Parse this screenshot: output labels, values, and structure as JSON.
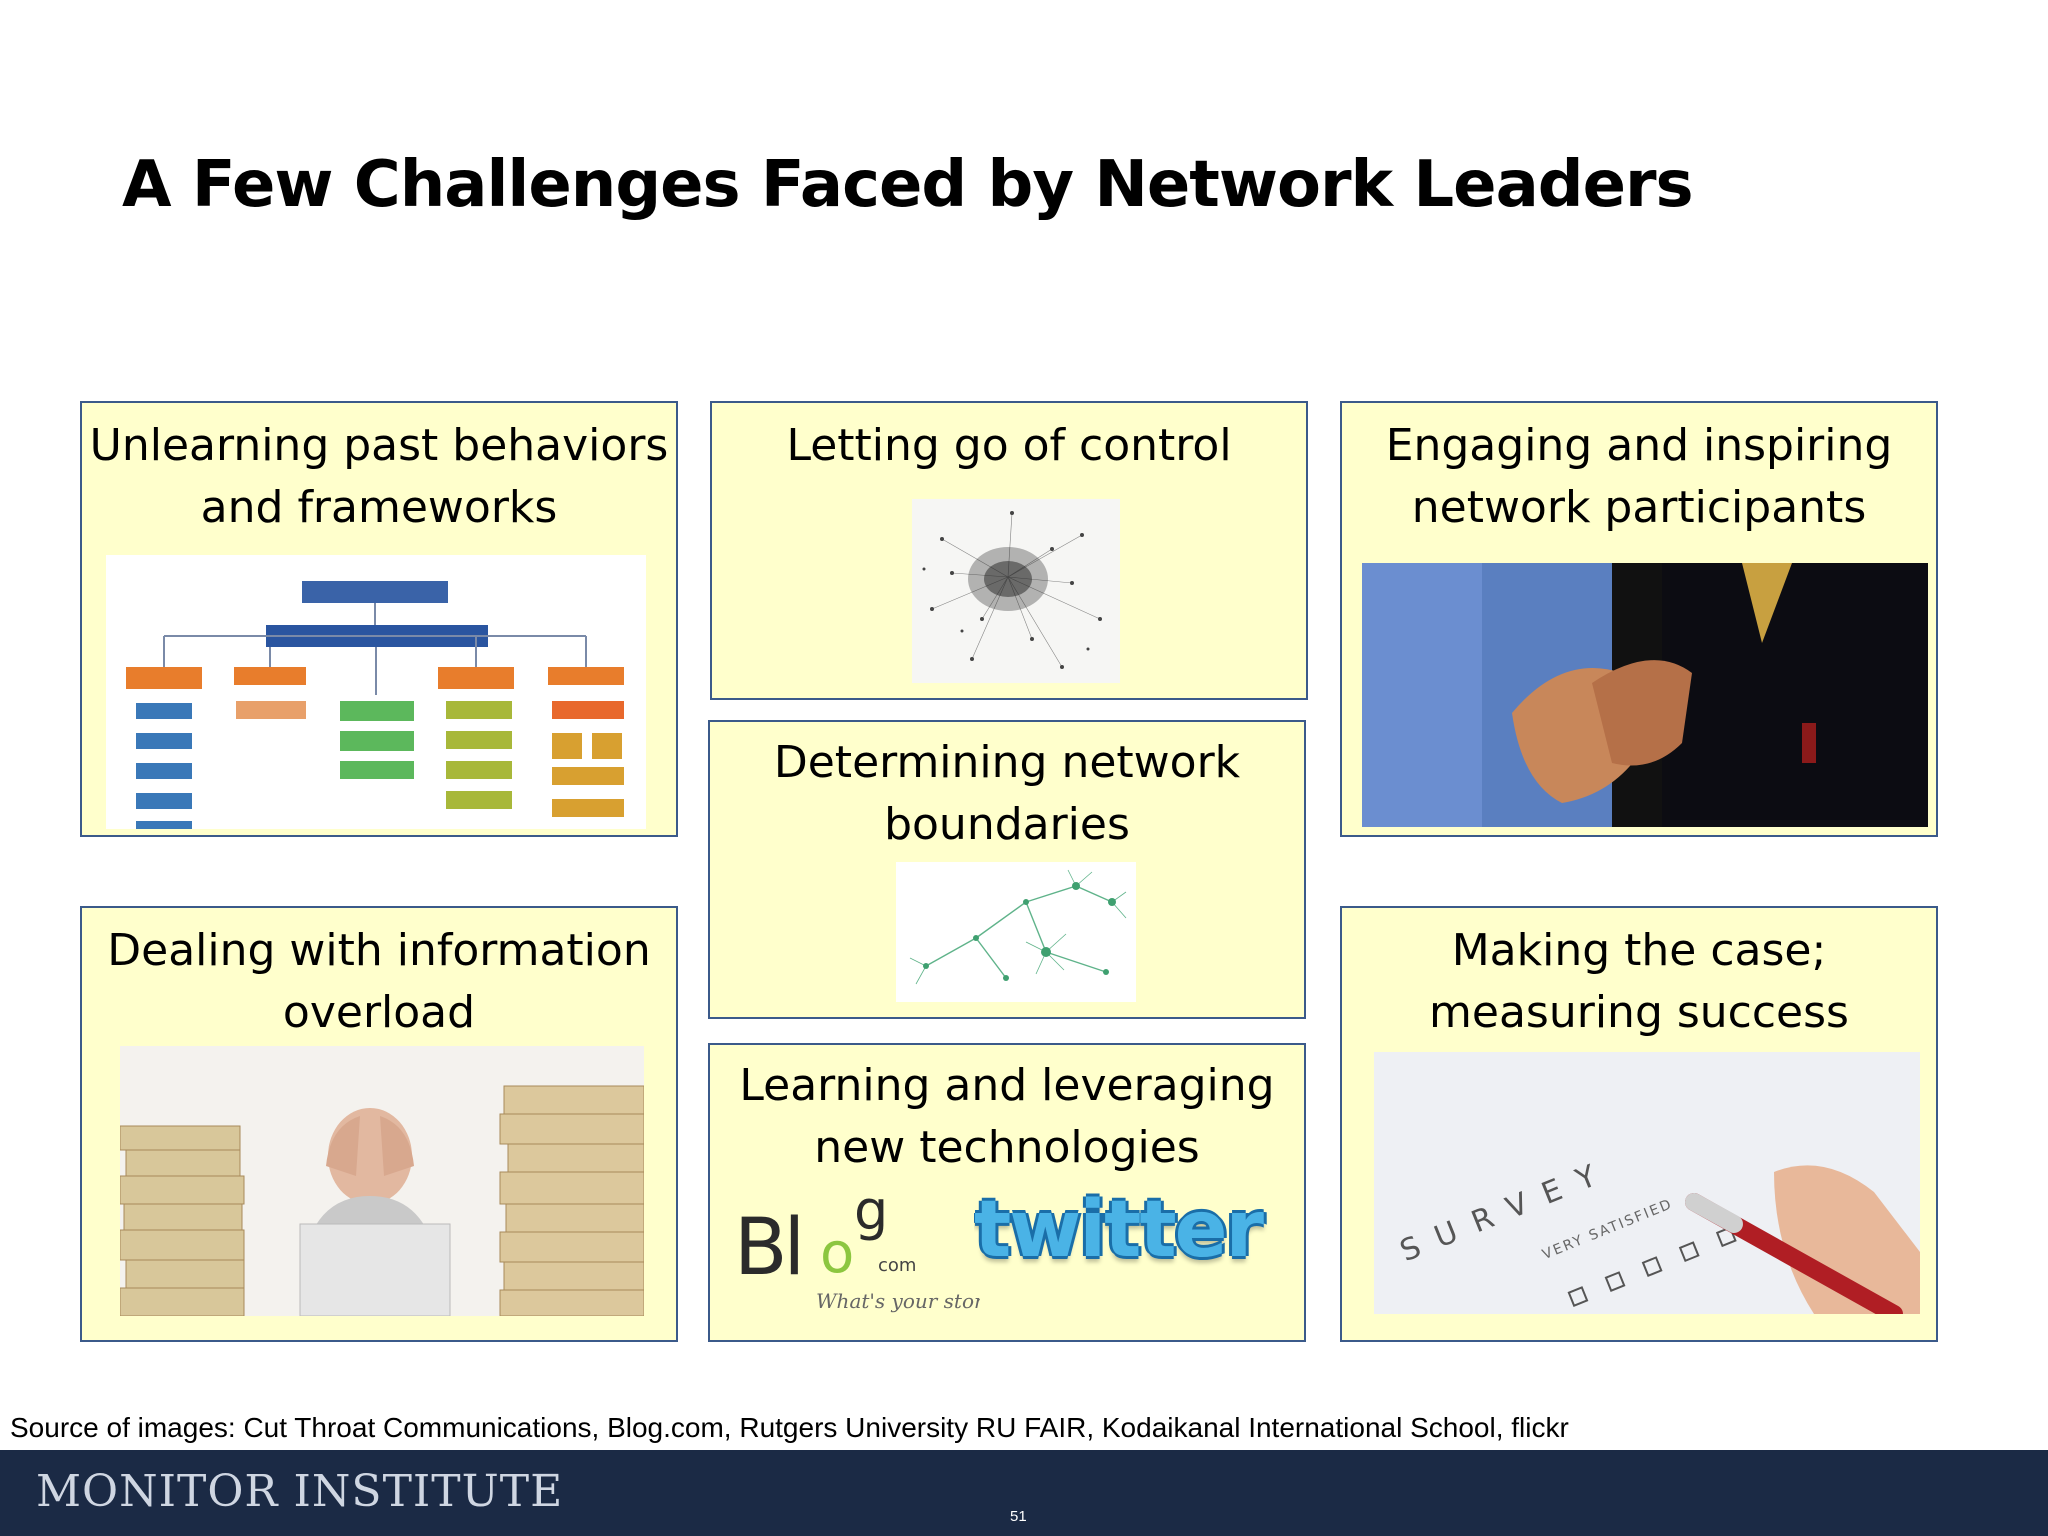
{
  "slide": {
    "title": "A Few Challenges Faced by Network Leaders",
    "boxes": [
      {
        "label": "Unlearning past behaviors\nand frameworks"
      },
      {
        "label": "Letting go of control"
      },
      {
        "label": "Engaging and inspiring\nnetwork participants"
      },
      {
        "label": "Determining network\nboundaries"
      },
      {
        "label": "Dealing with information\noverload"
      },
      {
        "label": "Learning and leveraging\nnew technologies"
      },
      {
        "label": "Making the case;\nmeasuring success"
      }
    ],
    "blog_logo": {
      "wordmark": "Bl",
      "g": "g",
      "o": "o",
      "com": "com",
      "tagline": "What's your story?"
    },
    "twitter_logo": "twitter",
    "survey_image": {
      "word": "SURVEY",
      "option": "VERY SATISFIED"
    },
    "source": "Source of images: Cut Throat  Communications, Blog.com, Rutgers University RU FAIR, Kodaikanal International School,  flickr",
    "footer": {
      "logo": "MONITOR INSTITUTE",
      "page": "51"
    }
  },
  "colors": {
    "box_fill": "#ffffcc",
    "box_border": "#3b5a8a",
    "footer_bar": "#1b2a45",
    "twitter": "#4ab3e6"
  }
}
